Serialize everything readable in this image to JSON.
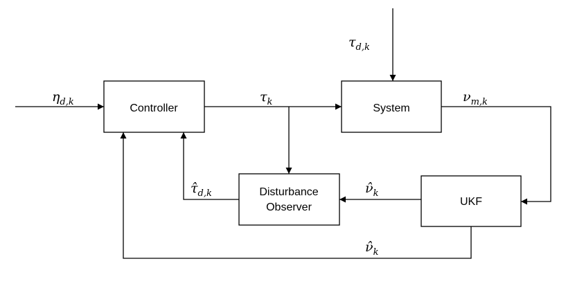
{
  "blocks": {
    "controller": "Controller",
    "system": "System",
    "observer_line1": "Disturbance",
    "observer_line2": "Observer",
    "ukf": "UKF"
  },
  "signals": {
    "eta_d_k": {
      "base": "η",
      "sub": "d,k"
    },
    "tau_d_k": {
      "base": "τ",
      "sub": "d,k"
    },
    "tau_k": {
      "base": "τ",
      "sub": "k"
    },
    "nu_m_k": {
      "base": "ν",
      "sub": "m,k"
    },
    "tau_hat_d_k": {
      "base": "τ̂",
      "sub": "d,k"
    },
    "nu_hat_k": {
      "base": "ν̂",
      "sub": "k"
    },
    "nu_hat_k_bottom": {
      "base": "ν̂",
      "sub": "k"
    }
  }
}
